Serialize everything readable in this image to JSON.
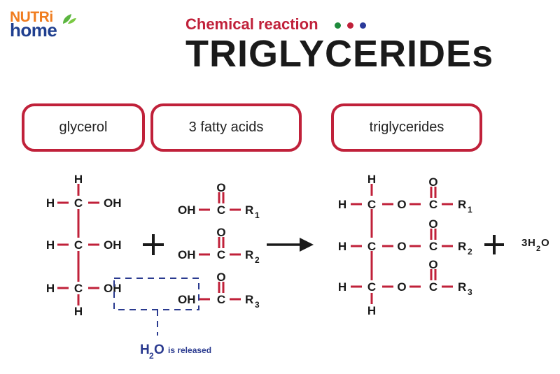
{
  "logo": {
    "line1": "NUTRi",
    "line2": "home",
    "colors": {
      "line1": "#f07c1e",
      "line2": "#1f3f8f",
      "leaf": "#5bb540"
    }
  },
  "header": {
    "subtitle": "Chemical reaction",
    "title": "TRIGLYCERIDEs",
    "dot_colors": [
      "#1e8a3c",
      "#c0213a",
      "#2a3a9a"
    ]
  },
  "labels": {
    "reactant1": "glycerol",
    "reactant2": "3 fatty acids",
    "product": "triglycerides"
  },
  "colors": {
    "bond": "#c0213a",
    "atom": "#1a1a1a",
    "highlight": "#2a3a8f",
    "border": "#c0213a"
  },
  "glycerol": {
    "atoms": {
      "top_h": "H",
      "bottom_h": "H",
      "left_h": "H",
      "carbon": "C",
      "hydroxyl": "OH"
    }
  },
  "operators": {
    "plus": "+",
    "arrow": "→"
  },
  "fatty_acids": {
    "items": [
      {
        "acid": "OH",
        "carbon": "C",
        "oxygen": "O",
        "r": "R",
        "r_sub": "1"
      },
      {
        "acid": "OH",
        "carbon": "C",
        "oxygen": "O",
        "r": "R",
        "r_sub": "2"
      },
      {
        "acid": "OH",
        "carbon": "C",
        "oxygen": "O",
        "r": "R",
        "r_sub": "3"
      }
    ]
  },
  "water_release": {
    "h": "H",
    "sub": "2",
    "o": "O",
    "text": "is released"
  },
  "triglyceride": {
    "atoms": {
      "h": "H",
      "carbon": "C",
      "ester_o": "O",
      "carbonyl_o": "O"
    },
    "r_groups": [
      {
        "r": "R",
        "sub": "1"
      },
      {
        "r": "R",
        "sub": "2"
      },
      {
        "r": "R",
        "sub": "3"
      }
    ]
  },
  "byproduct": {
    "coef": "3",
    "h": "H",
    "sub": "2",
    "o": "O"
  }
}
